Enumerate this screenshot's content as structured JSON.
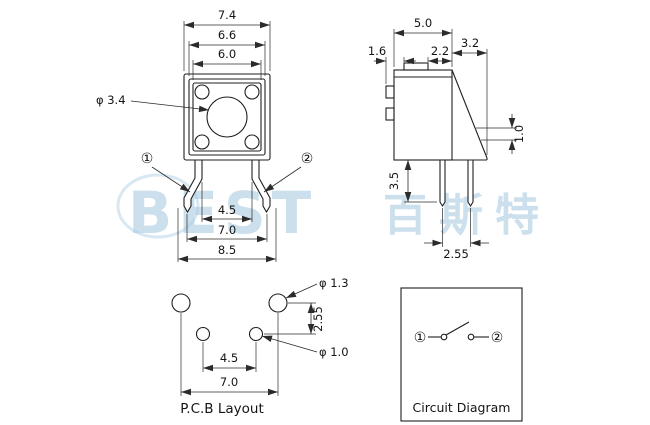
{
  "watermark": {
    "latin": "BEST",
    "cjk": "百斯特"
  },
  "front_view": {
    "dim_74": "7.4",
    "dim_66": "6.6",
    "dim_60": "6.0",
    "dim_button": "φ 3.4",
    "pin1": "①",
    "pin2": "②",
    "dim_45": "4.5",
    "dim_70": "7.0",
    "dim_85": "8.5"
  },
  "side_view": {
    "dim_50": "5.0",
    "dim_32": "3.2",
    "dim_16": "1.6",
    "dim_22": "2.2",
    "dim_10": "1.0",
    "dim_35": "3.5",
    "dim_255": "2.55"
  },
  "pcb_layout": {
    "title": "P.C.B Layout",
    "dim_hole_large": "φ 1.3",
    "dim_hole_small": "φ 1.0",
    "dim_255": "2.55",
    "dim_45": "4.5",
    "dim_70": "7.0"
  },
  "circuit": {
    "title": "Circuit Diagram",
    "pin1": "①",
    "pin2": "②"
  }
}
